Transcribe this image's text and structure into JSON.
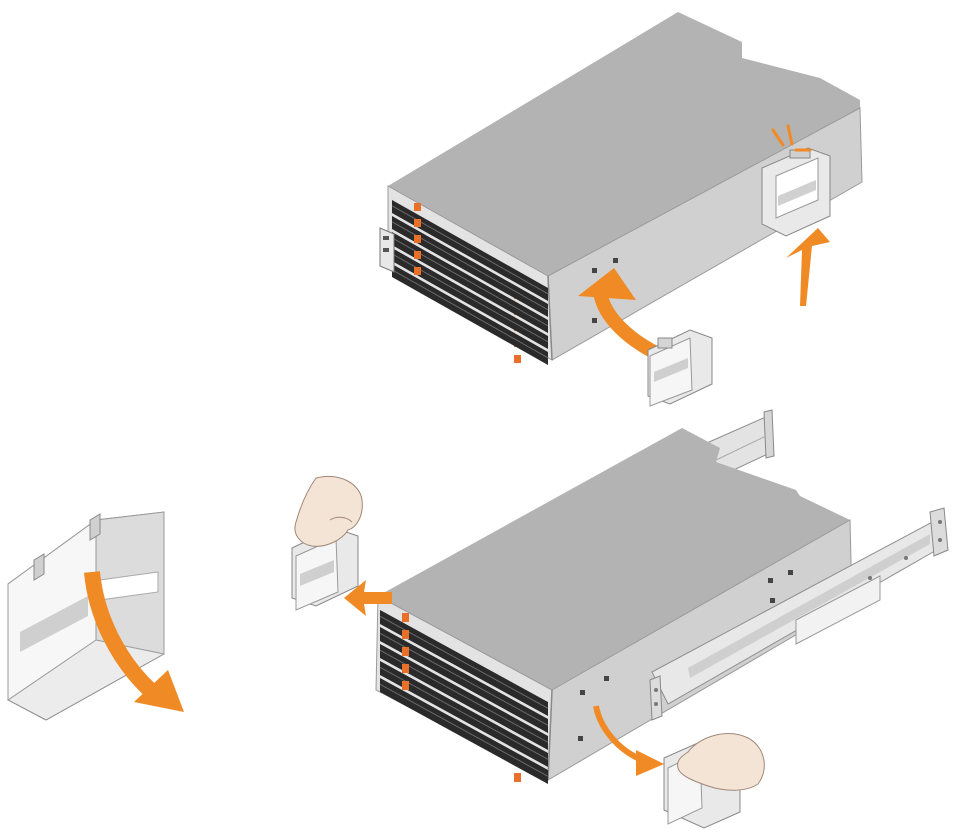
{
  "diagram": {
    "scene": "storage-shelf-handle-installation",
    "steps": [
      {
        "id": "attach-handles",
        "arrow_color": "#f08a24"
      },
      {
        "id": "remove-handles",
        "arrow_color": "#f08a24"
      },
      {
        "id": "fold-handle",
        "arrow_color": "#f08a24"
      }
    ],
    "drawer_count": 5,
    "colors": {
      "chassis_top": "#b7b7b7",
      "chassis_side": "#a9a9a9",
      "chassis_front": "#d8d8d8",
      "drawer_dark": "#2a2a2a",
      "drawer_latch": "#e8702a",
      "arrow": "#f08a24",
      "handle": "#dcdcdc",
      "rail": "#cfcfcf",
      "skin": "#f3e4d6"
    },
    "icons": [
      "upward-arrow-icon",
      "curved-arrow-icon",
      "outward-arrow-icon",
      "hand-icon",
      "tick-marks-icon"
    ]
  }
}
